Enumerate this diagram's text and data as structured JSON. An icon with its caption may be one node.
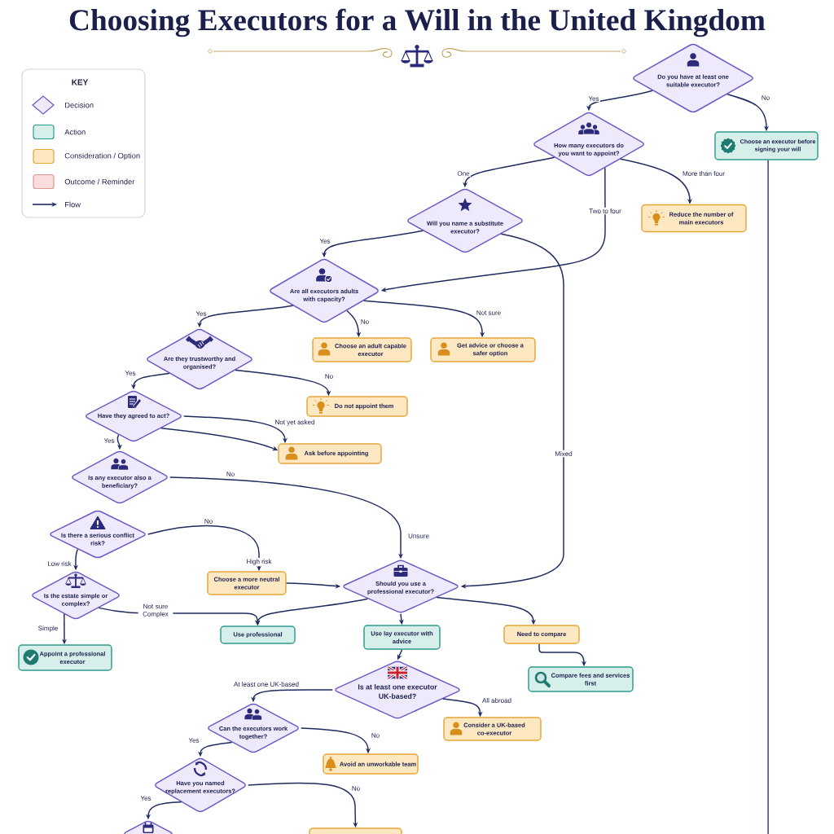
{
  "diagram": {
    "title": "Choosing Executors for a Will in the United Kingdom",
    "nodes": [
      {
        "text": [
          "Do you have at least one suitable executor?"
        ]
      },
      {
        "text": [
          "Choose an executor before signing your will"
        ]
      },
      {
        "text": [
          "How many executors do you want to appoint?"
        ]
      },
      {
        "text": [
          "Will you name a substitute executor?"
        ]
      },
      {
        "text": [
          "Reduce the number of main executors"
        ]
      },
      {
        "text": [
          "Are all executors adults with capacity?"
        ]
      },
      {
        "text": [
          "Choose an adult capable executor"
        ]
      },
      {
        "text": [
          "Get advice or choose a safer option"
        ]
      },
      {
        "text": [
          "Are they trustworthy and organised?"
        ]
      },
      {
        "text": [
          "Do not appoint them"
        ]
      },
      {
        "text": [
          "Have they agreed to act?"
        ]
      },
      {
        "text": [
          "Ask before appointing"
        ]
      },
      {
        "text": [
          "Is any executor also a beneficiary?"
        ]
      },
      {
        "text": [
          "Is there a serious conflict risk?"
        ]
      },
      {
        "text": [
          "Is the estate simple or complex?"
        ]
      },
      {
        "text": [
          "Choose a more neutral executor"
        ]
      },
      {
        "text": [
          "Should you use a professional executor?"
        ]
      },
      {
        "text": [
          "Appoint a professional executor"
        ]
      },
      {
        "text": [
          "Use professional"
        ]
      },
      {
        "text": [
          "Use lay executor with advice"
        ]
      },
      {
        "text": [
          "Need to compare"
        ]
      },
      {
        "text": [
          "Compare fees and services first"
        ]
      },
      {
        "text": [
          "Is at least one executor UK-based?"
        ]
      },
      {
        "text": [
          "Can the executors work together?"
        ]
      },
      {
        "text": [
          "Consider a UK-based co-executor"
        ]
      },
      {
        "text": [
          "Avoid an unworkable team"
        ]
      },
      {
        "text": [
          "Have you named replacement executors?"
        ]
      },
      {
        "text": [],
        "shape": "diamond"
      },
      {
        "text": [],
        "shape": "box"
      }
    ],
    "edges": [
      {
        "from": 0,
        "to": 2,
        "arrow": "to",
        "label": "Yes"
      },
      {
        "from": 0,
        "to": 1,
        "arrow": "to",
        "label": "No"
      },
      {
        "from": 2,
        "to": 3,
        "arrow": "to",
        "label": "One"
      },
      {
        "from": 2,
        "to": 5,
        "arrow": "to",
        "label": "Two to four"
      },
      {
        "from": 2,
        "to": 4,
        "arrow": "to",
        "label": "More than four"
      },
      {
        "from": 3,
        "to": 5,
        "arrow": "to",
        "label": "Yes"
      },
      {
        "from": 3,
        "to": 16,
        "arrow": "to",
        "label": "Mixed"
      },
      {
        "from": 5,
        "to": 8,
        "arrow": "to",
        "label": "Yes"
      },
      {
        "from": 5,
        "to": 6,
        "arrow": "to",
        "label": "No"
      },
      {
        "from": 5,
        "to": 7,
        "arrow": "to",
        "label": "Not sure"
      },
      {
        "from": 8,
        "to": 10,
        "arrow": "to",
        "label": "Yes"
      },
      {
        "from": 8,
        "to": 9,
        "arrow": "to",
        "label": "No"
      },
      {
        "from": 10,
        "to": 12,
        "arrow": "to",
        "label": "Yes"
      },
      {
        "from": 10,
        "to": 11,
        "arrow": "to",
        "label": "Not yet asked"
      },
      {
        "from": 10,
        "to": 11,
        "arrow": "to"
      },
      {
        "from": 12,
        "to": 16,
        "arrow": "to",
        "label": "No"
      },
      {
        "from": 13,
        "to": 14,
        "arrow": "to",
        "label": "Low risk"
      },
      {
        "from": 13,
        "to": 15,
        "arrow": "to",
        "label": "No"
      },
      {
        "from": 15,
        "to": 16,
        "arrow": "to"
      },
      {
        "from": 14,
        "to": 17,
        "arrow": "to",
        "label": "Simple"
      },
      {
        "from": 14,
        "to": 18,
        "arrow": "to",
        "label": "Not sure Complex"
      },
      {
        "from": 16,
        "to": 18,
        "arrow": "to"
      },
      {
        "from": 16,
        "to": 19,
        "arrow": "to"
      },
      {
        "from": 16,
        "to": 20,
        "arrow": "to"
      },
      {
        "from": 20,
        "to": 21,
        "arrow": "to"
      },
      {
        "from": 19,
        "to": 22,
        "arrow": "to"
      },
      {
        "from": 22,
        "to": 23,
        "arrow": "to",
        "label": "At least one UK-based"
      },
      {
        "from": 22,
        "to": 24,
        "arrow": "to",
        "label": "All abroad"
      },
      {
        "from": 23,
        "to": 26,
        "arrow": "to",
        "label": "Yes"
      },
      {
        "from": 23,
        "to": 25,
        "arrow": "to",
        "label": "No"
      },
      {
        "from": 26,
        "to": 27,
        "arrow": "to",
        "label": "Yes"
      },
      {
        "from": 26,
        "to": 28,
        "arrow": "to",
        "label": "No"
      },
      {
        "from": 1,
        "to": null,
        "arrow": "none"
      }
    ],
    "labels": [
      "KEY",
      "Unsure",
      "High risk"
    ],
    "legend": [
      {
        "text": "Decision"
      },
      {
        "text": "Action",
        "color": "#d6efea"
      },
      {
        "text": "Consideration / Option",
        "color": "#fde8c2"
      },
      {
        "text": "Outcome / Reminder",
        "color": "#f9dcdc"
      },
      {
        "text": "Flow"
      }
    ]
  }
}
